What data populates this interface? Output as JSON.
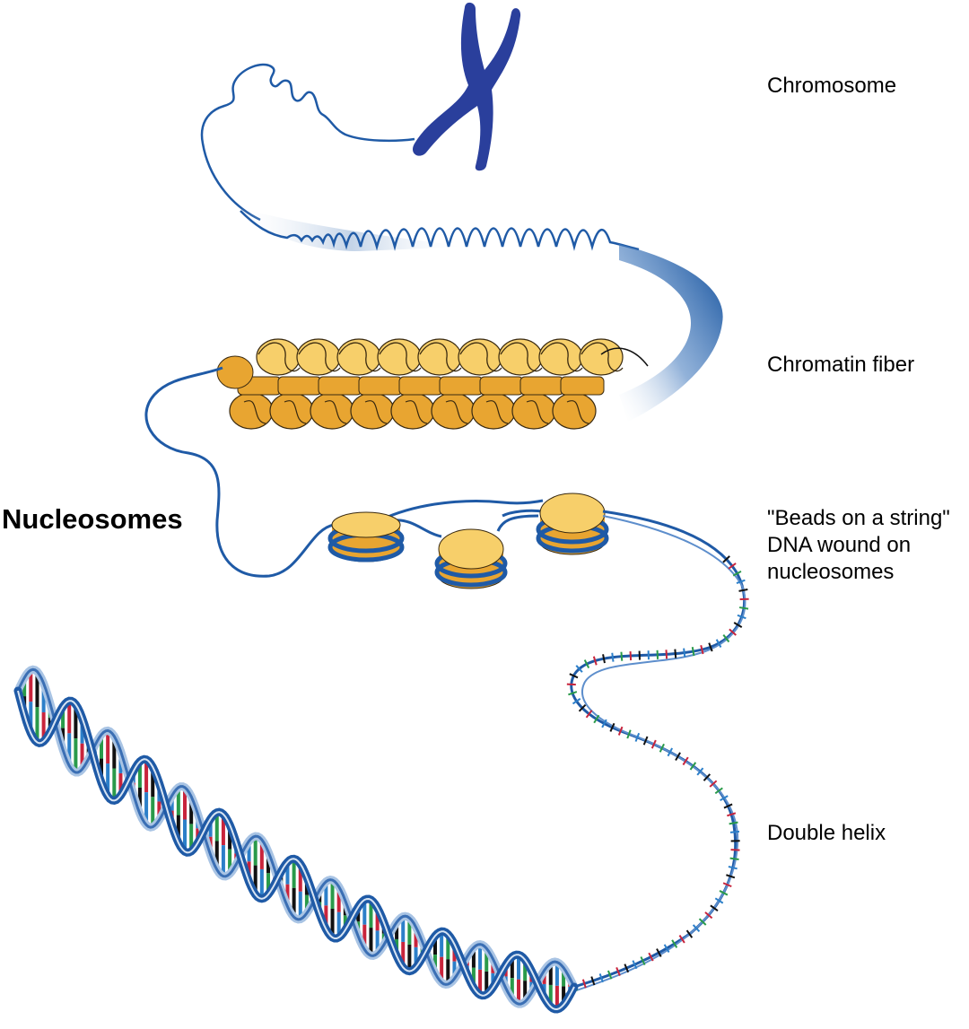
{
  "labels": {
    "chromosome": "Chromosome",
    "chromatin_fiber": "Chromatin fiber",
    "beads_line1": "\"Beads on a string\"",
    "beads_line2": "DNA wound on",
    "beads_line3": "nucleosomes",
    "double_helix": "Double helix"
  },
  "callout": "Nucleosomes",
  "colors": {
    "dna_strand": "#1f5aa6",
    "chromosome": "#2a3f9c",
    "histone_top": "#f7cf6a",
    "histone_side": "#e8a531",
    "histone_outline": "#3a2a10",
    "base_red": "#c8243c",
    "base_green": "#2a9a4a",
    "base_blue": "#2c7fc9",
    "base_black": "#111111",
    "backbone_light": "#a9c4e4"
  }
}
